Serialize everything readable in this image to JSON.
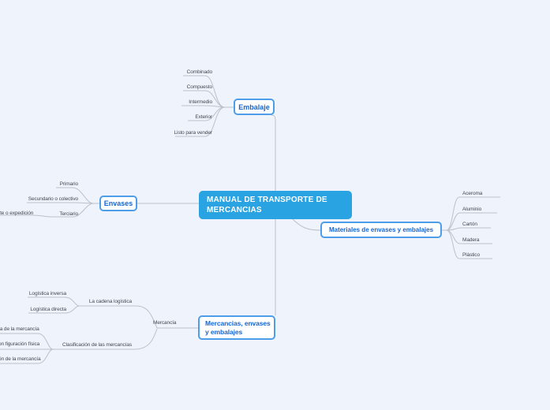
{
  "colors": {
    "background": "#eff3fb",
    "central_fill": "#2aa3e2",
    "central_text": "#ffffff",
    "node_border": "#4d9de9",
    "node_text": "#1565d2",
    "leaf_text": "#45474d",
    "line": "#bcc0c9"
  },
  "mindmap": {
    "central": {
      "label": "MANUAL DE TRANSPORTE DE MERCANCIAS"
    },
    "branches": [
      {
        "label": "Embalaje",
        "children": [
          {
            "label": "Combinado"
          },
          {
            "label": "Compuesto"
          },
          {
            "label": "Intermedio"
          },
          {
            "label": "Exterior"
          },
          {
            "label": "Listo para vender"
          }
        ]
      },
      {
        "label": "Envases",
        "children": [
          {
            "label": "Primario"
          },
          {
            "label": "Secundario o colectivo"
          },
          {
            "label": "Terciario",
            "children": [
              {
                "label": "rte o expedición",
                "truncated": true
              }
            ]
          }
        ]
      },
      {
        "label": "Materiales de envases y embalajes",
        "children": [
          {
            "label": "Aceroma"
          },
          {
            "label": "Aluminio"
          },
          {
            "label": "Cartón"
          },
          {
            "label": "Madera"
          },
          {
            "label": "Plástico"
          }
        ]
      },
      {
        "label": "Mercancias, envases y embalajes",
        "children": [
          {
            "label": "Mercancía",
            "children": [
              {
                "label": "La cadena logística",
                "children": [
                  {
                    "label": "Logística inversa"
                  },
                  {
                    "label": "Logística directa"
                  }
                ]
              },
              {
                "label": "Clasificación de las mercancías",
                "children": [
                  {
                    "label": "ta de la mercancía",
                    "truncated": true
                  },
                  {
                    "label": "on figuración física",
                    "truncated": true
                  },
                  {
                    "label": "ón de la mercancía",
                    "truncated": true
                  }
                ]
              }
            ]
          }
        ]
      }
    ]
  }
}
